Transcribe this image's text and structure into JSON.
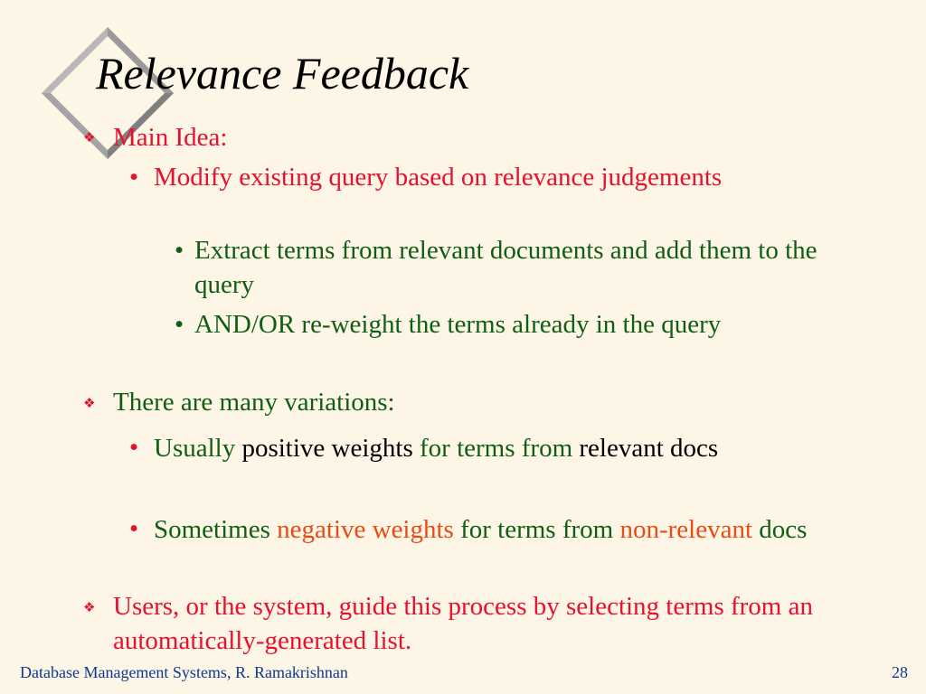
{
  "slide": {
    "title": "Relevance Feedback",
    "bullets": {
      "main_idea": "Main Idea:",
      "modify": "Modify existing query based on relevance judgements",
      "extract": "Extract terms from relevant documents and add them to the query",
      "reweight": "AND/OR re-weight the terms already in the query",
      "variations": "There are many variations:",
      "usually": {
        "p1": "Usually",
        "p2": " positive weights ",
        "p3": "for terms from",
        "p4": " relevant docs"
      },
      "sometimes": {
        "p1": "Sometimes ",
        "p2": "negative weights",
        "p3": " for terms from ",
        "p4": "non-relevant",
        "p5": " docs"
      },
      "users": "Users, or the system, guide this process by selecting terms from an automatically-generated list."
    },
    "bullet_glyphs": {
      "star": "❖",
      "dot": "•"
    },
    "footer": {
      "left": "Database Management Systems, R. Ramakrishnan",
      "page_number": "28"
    }
  }
}
